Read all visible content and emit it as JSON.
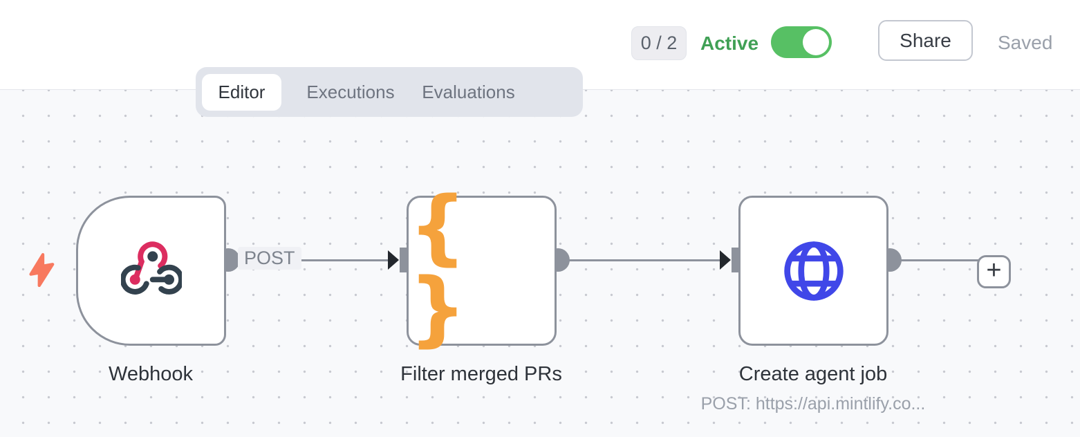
{
  "header": {
    "counter": "0 / 2",
    "active_label": "Active",
    "active_state": "on",
    "share_label": "Share",
    "save_status": "Saved"
  },
  "tabs": [
    {
      "label": "Editor",
      "active": true
    },
    {
      "label": "Executions",
      "active": false
    },
    {
      "label": "Evaluations",
      "active": false
    }
  ],
  "canvas": {
    "nodes": [
      {
        "name": "Webhook",
        "icon": "webhook-icon",
        "shape": "trigger",
        "output_label": "POST"
      },
      {
        "name": "Filter merged PRs",
        "icon": "code-braces-icon",
        "shape": "square"
      },
      {
        "name": "Create agent job",
        "icon": "globe-icon",
        "shape": "square",
        "subtitle": "POST: https://api.mintlify.co..."
      }
    ],
    "braces_glyph": "{ }",
    "add_button_label": "+"
  },
  "colors": {
    "toggle_green": "#57c064",
    "active_text_green": "#40a055",
    "node_border_gray": "#8d929c",
    "canvas_bg": "#f8f9fb",
    "webhook_pink": "#dc2d60",
    "webhook_dark": "#33424e",
    "braces_orange": "#f5a23c",
    "globe_blue": "#4047e8",
    "bolt_coral": "#f8795f"
  }
}
